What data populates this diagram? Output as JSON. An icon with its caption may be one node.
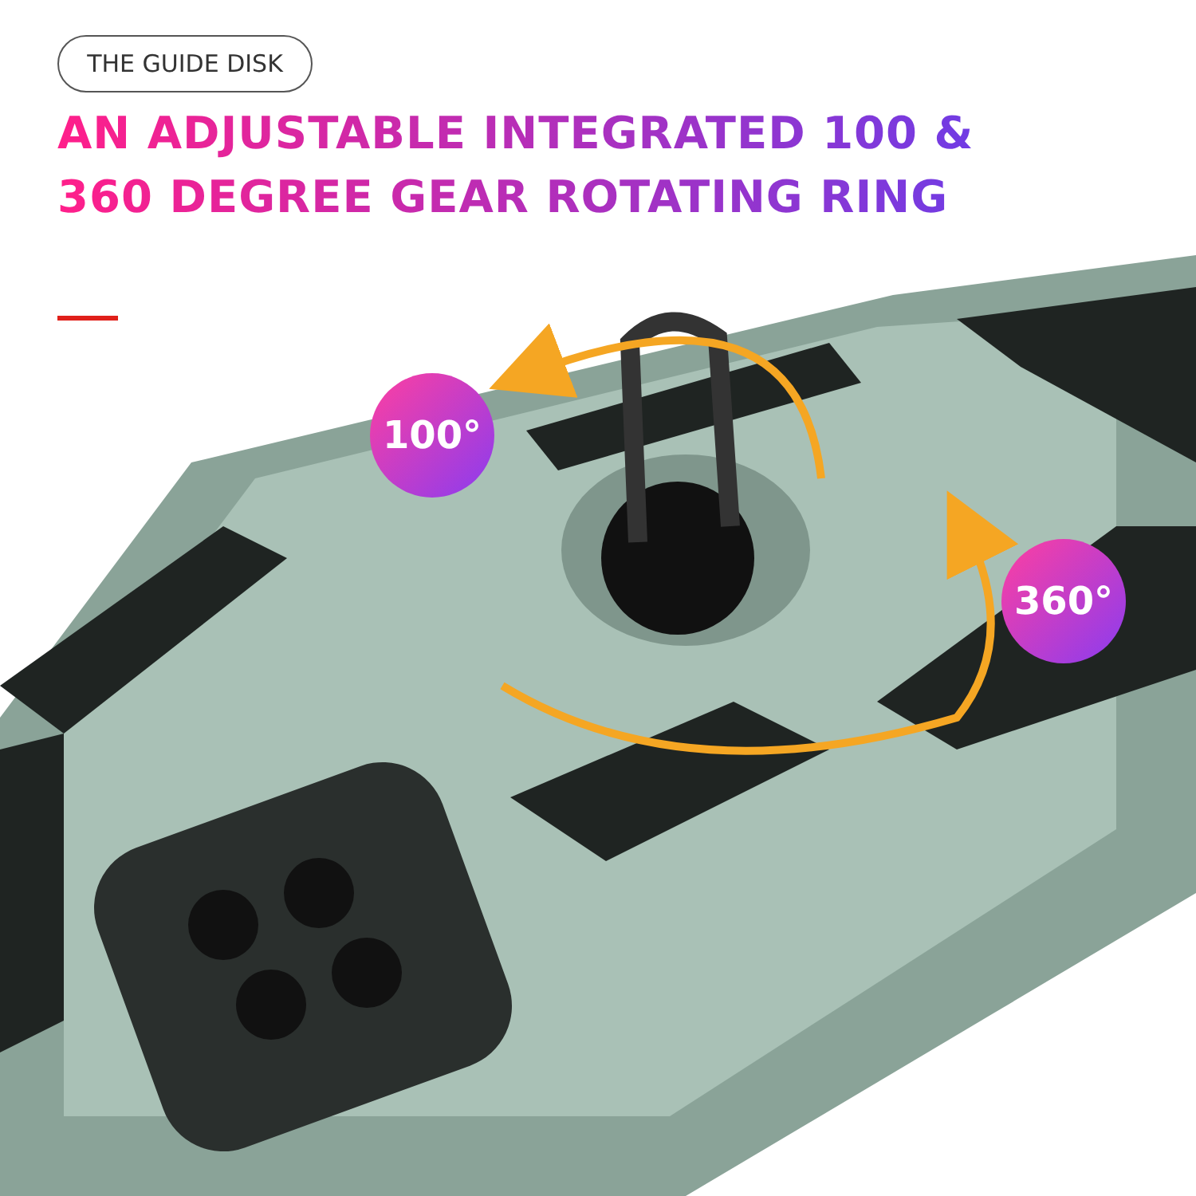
{
  "diagram": {
    "title": "AN ADJUSTABLE INTEGRATED 100 & 360 DEGREE GEAR ROTATING RING",
    "nodes": [
      {
        "text": [
          "THE GUIDE DISK"
        ]
      },
      {
        "text": [
          "100°"
        ]
      },
      {
        "text": [
          "360°"
        ]
      }
    ]
  }
}
